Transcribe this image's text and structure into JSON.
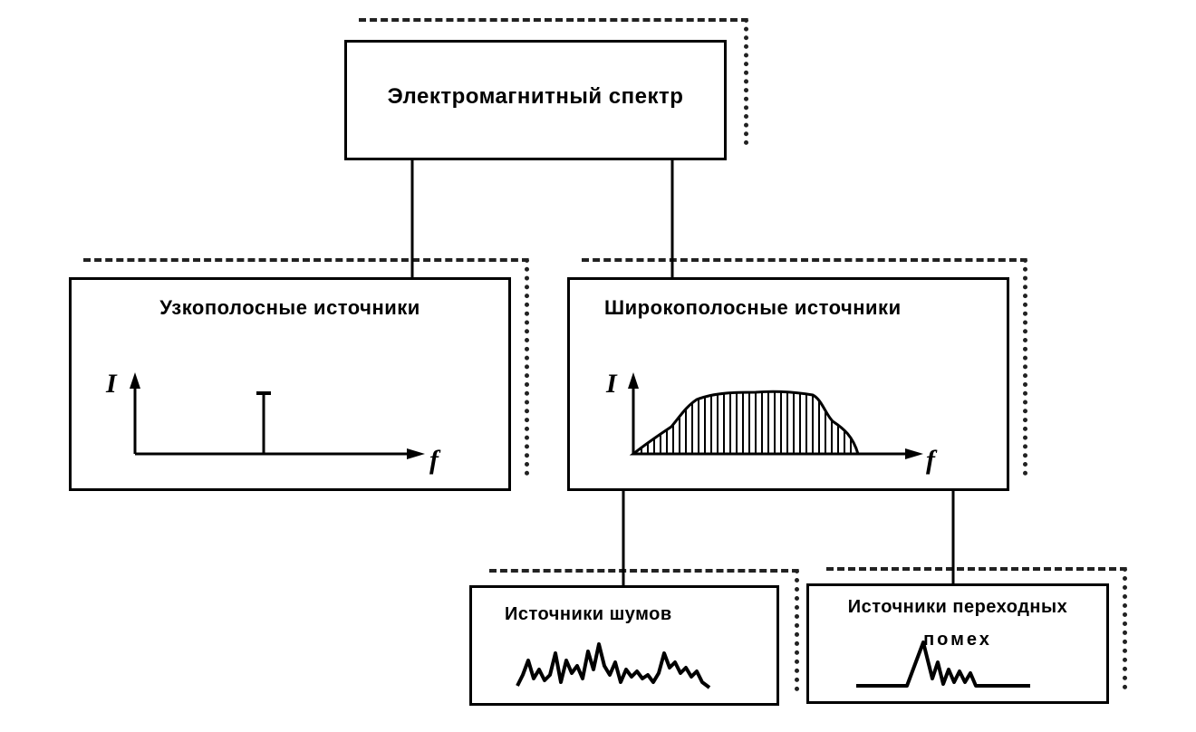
{
  "root": {
    "title": "Электромагнитный спектр"
  },
  "narrowband": {
    "title": "Узкополосные источники",
    "y_axis": "I",
    "x_axis": "f"
  },
  "broadband": {
    "title": "Широкополосные источники",
    "y_axis": "I",
    "x_axis": "f"
  },
  "noise": {
    "title": "Источники шумов"
  },
  "transient": {
    "title_line1": "Источники переходных",
    "title_line2": "помех"
  },
  "colors": {
    "ink": "#000000",
    "background": "#ffffff"
  }
}
